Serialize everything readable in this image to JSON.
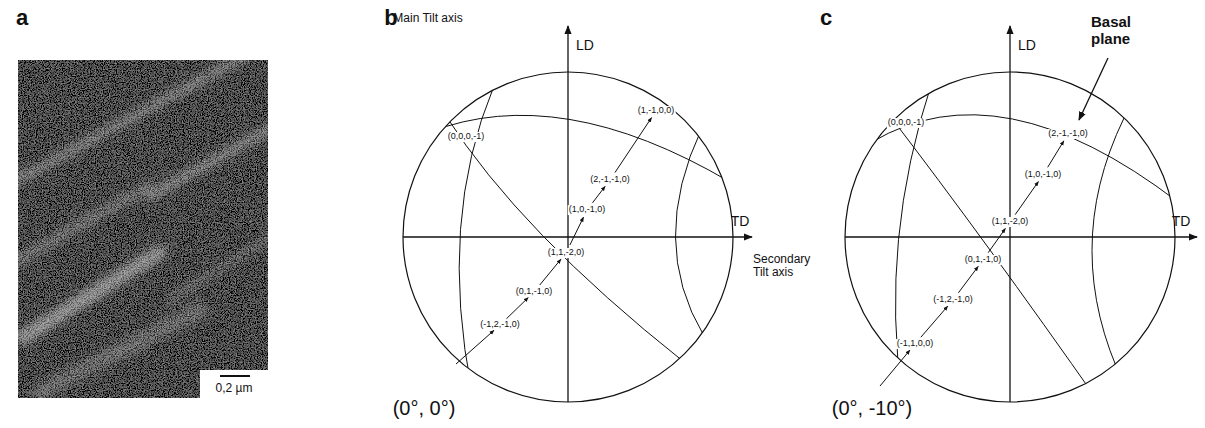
{
  "diagram": {
    "labels": [
      "a",
      "0,2 µm",
      "b",
      "Main Tilt axis",
      "LD",
      "TD",
      "Secondary Tilt axis",
      "(0,0,0,-1)",
      "(1,-1,0,0)",
      "(2,-1,-1,0)",
      "(1,0,-1,0)",
      "(1,1,-2,0)",
      "(0,1,-1,0)",
      "(-1,2,-1,0)",
      "(0°, 0°)",
      "c",
      "Basal plane",
      "LD",
      "TD",
      "(0,0,0,-1)",
      "(2,-1,-1,0)",
      "(1,0,-1,0)",
      "(1,1,-2,0)",
      "(0,1,-1,0)",
      "(-1,2,-1,0)",
      "(-1,1,0,0)",
      "(0°, -10°)"
    ]
  }
}
